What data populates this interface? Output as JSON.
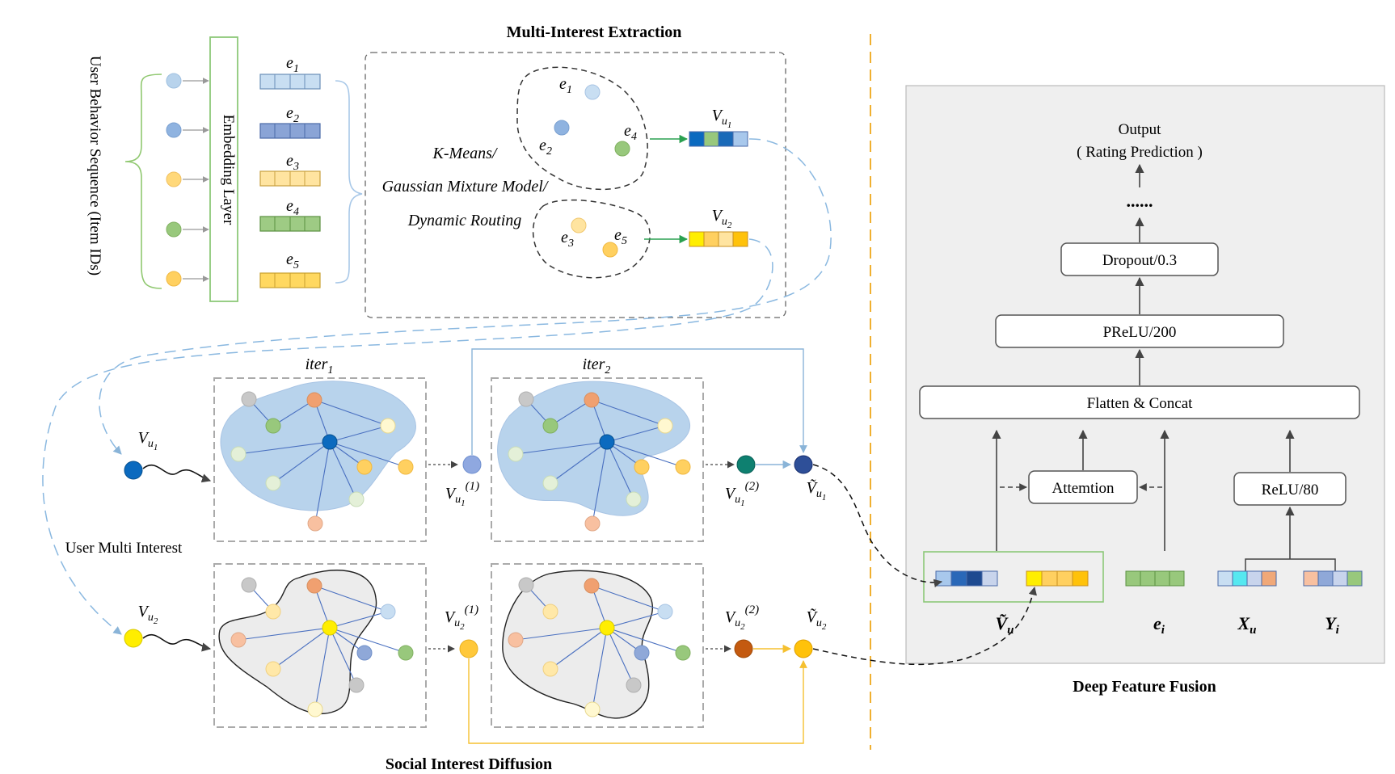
{
  "titles": {
    "multi_interest": "Multi-Interest Extraction",
    "social_diffusion": "Social Interest Diffusion",
    "deep_fusion": "Deep Feature Fusion"
  },
  "embedding": {
    "sequence_label": "User Behavior Sequence (Item IDs)",
    "layer_label": "Embedding Layer",
    "vectors": [
      {
        "name": "e",
        "sub": "1"
      },
      {
        "name": "e",
        "sub": "2"
      },
      {
        "name": "e",
        "sub": "3"
      },
      {
        "name": "e",
        "sub": "4"
      },
      {
        "name": "e",
        "sub": "5"
      }
    ]
  },
  "extraction": {
    "method_lines": [
      "K-Means/",
      "Gaussian Mixture Model/",
      "Dynamic Routing"
    ],
    "cluster1_items": [
      {
        "name": "e",
        "sub": "1"
      },
      {
        "name": "e",
        "sub": "2"
      },
      {
        "name": "e",
        "sub": "4"
      }
    ],
    "cluster2_items": [
      {
        "name": "e",
        "sub": "3"
      },
      {
        "name": "e",
        "sub": "5"
      }
    ],
    "outputs": [
      {
        "name": "V",
        "sub": "u",
        "subsub": "1"
      },
      {
        "name": "V",
        "sub": "u",
        "subsub": "2"
      }
    ]
  },
  "diffusion": {
    "iter_labels": [
      {
        "name": "iter",
        "sub": "1"
      },
      {
        "name": "iter",
        "sub": "2"
      }
    ],
    "multi_interest_label": "User Multi Interest",
    "iter_superscripts": [
      "(1)",
      "(2)"
    ],
    "tilde_label": "Ṽ"
  },
  "fusion": {
    "output_label": "Output",
    "output_sub": "( Rating Prediction )",
    "dots": "......",
    "dropout": "Dropout/0.3",
    "prelu": "PReLU/200",
    "flatten": "Flatten & Concat",
    "attention": "Attemtion",
    "relu": "ReLU/80",
    "inputs": [
      {
        "name": "Ṽ",
        "sub": "u"
      },
      {
        "name": "e",
        "sub": "i"
      },
      {
        "name": "X",
        "sub": "u"
      },
      {
        "name": "Y",
        "sub": "i"
      }
    ]
  },
  "colors": {
    "light_blue": "#b8d3ec",
    "mid_blue": "#8fa8d8",
    "dark_blue": "#0b6abf",
    "navy": "#2e4f98",
    "yellow": "#ffd87a",
    "bright_yellow": "#ffee00",
    "green": "#98c87c",
    "orange": "#f0a878",
    "teal": "#0e8070",
    "rust": "#c45a10",
    "gold": "#ffc20a",
    "divider": "#f0b030",
    "panel_bg": "#efefef",
    "cyan": "#55e8f0"
  }
}
